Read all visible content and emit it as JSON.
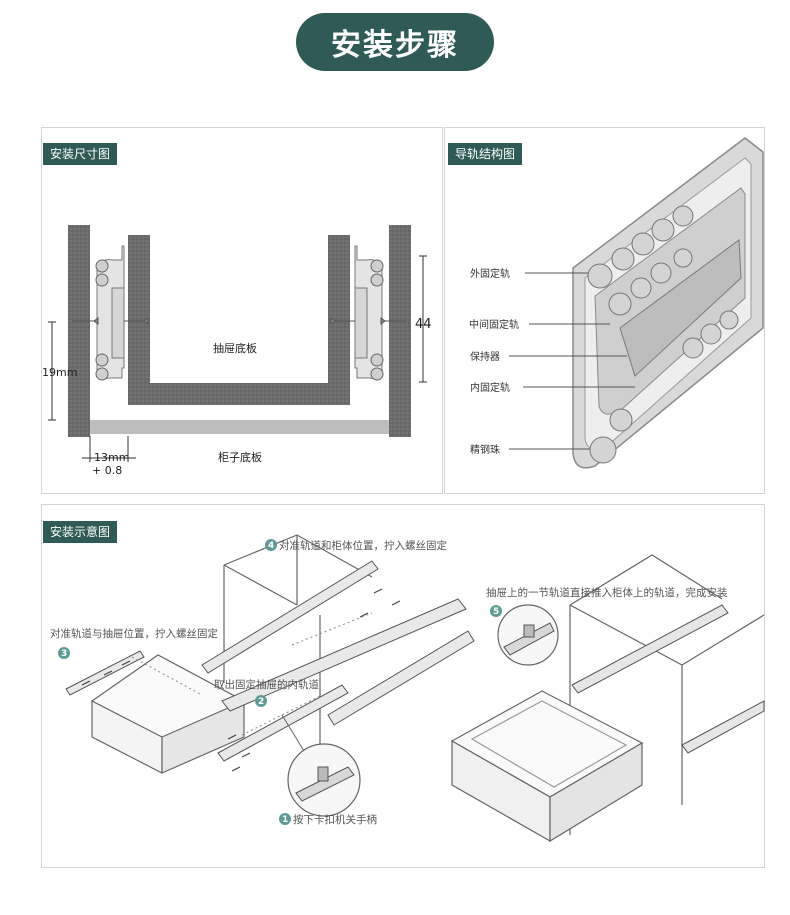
{
  "page_title": "安装步骤",
  "panels": {
    "size": {
      "tag": "安装尺寸图",
      "labels": {
        "drawer_bottom": "抽屉底板",
        "cabinet_bottom": "柜子底板",
        "height_left": "19mm",
        "height_right": "44",
        "gap": "13mm",
        "tolerance": "+ 0.8"
      }
    },
    "structure": {
      "tag": "导轨结构图",
      "labels": [
        "外固定轨",
        "中间固定轨",
        "保持器",
        "内固定轨",
        "精钢珠"
      ]
    },
    "install": {
      "tag": "安装示意图",
      "steps": [
        {
          "num": "4",
          "text": "对准轨道和柜体位置，拧入螺丝固定"
        },
        {
          "num": "3",
          "text": "对准轨道与抽屉位置，拧入螺丝固定"
        },
        {
          "num": "2",
          "text": "取出固定抽屉的内轨道"
        },
        {
          "num": "1",
          "text": "按下卡扣机关手柄"
        },
        {
          "num": "5",
          "text": "抽屉上的一节轨道直接推入柜体上的轨道，完成安装"
        }
      ]
    }
  },
  "colors": {
    "brand": "#2f5a55",
    "hatch": "#6b6b6b",
    "cabinet_board": "#bdbdbd",
    "step_badge": "#5e9a96"
  }
}
